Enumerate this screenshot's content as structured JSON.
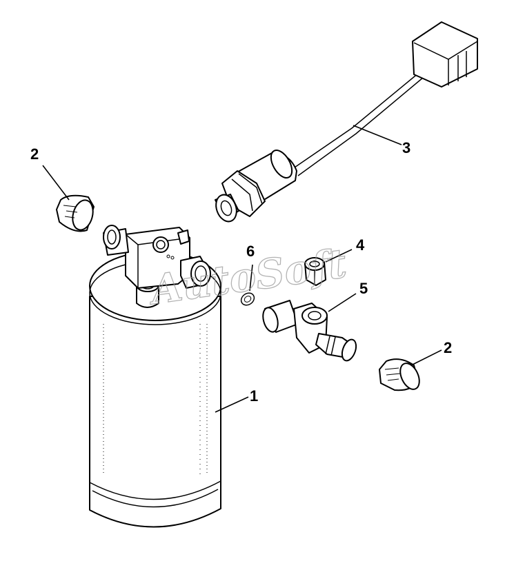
{
  "watermark": "AutoSoft",
  "callouts": [
    {
      "id": "receiver-drier",
      "label": "1"
    },
    {
      "id": "cap-left",
      "label": "2"
    },
    {
      "id": "cap-right",
      "label": "2"
    },
    {
      "id": "pressure-switch",
      "label": "3"
    },
    {
      "id": "fitting-nut",
      "label": "4"
    },
    {
      "id": "elbow-fitting",
      "label": "5"
    },
    {
      "id": "o-ring",
      "label": "6"
    }
  ]
}
